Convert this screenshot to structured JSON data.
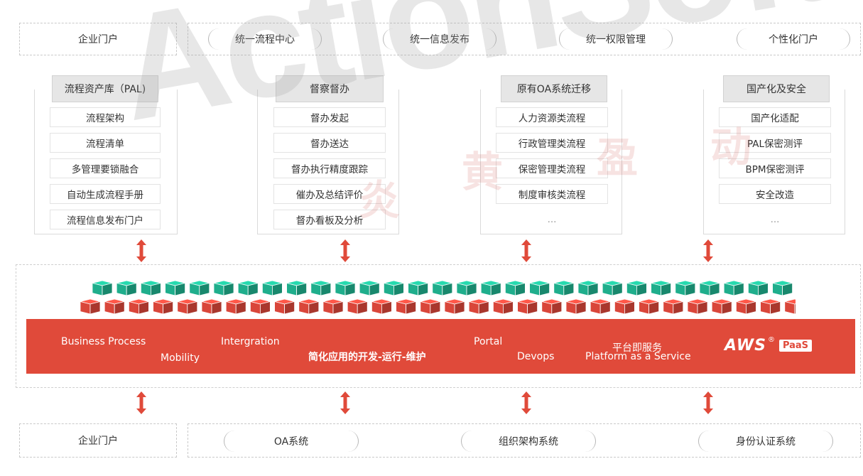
{
  "top_bar": {
    "left": "企业门户",
    "items": [
      "统一流程中心",
      "统一信息发布",
      "统一权限管理",
      "个性化门户"
    ]
  },
  "columns": [
    {
      "title": "流程资产库（PAL)",
      "items": [
        "流程架构",
        "流程清单",
        "多管理要锁融合",
        "自动生成流程手册",
        "流程信息发布门户"
      ]
    },
    {
      "title": "督察督办",
      "items": [
        "督办发起",
        "督办送达",
        "督办执行精度跟踪",
        "催办及总结评价",
        "督办看板及分析"
      ]
    },
    {
      "title": "原有OA系统迁移",
      "items": [
        "人力资源类流程",
        "行政管理类流程",
        "保密管理类流程",
        "制度审核类流程",
        "..."
      ]
    },
    {
      "title": "国产化及安全",
      "items": [
        "国产化适配",
        "PAL保密测评",
        "BPM保密测评",
        "安全改造",
        "..."
      ]
    }
  ],
  "banner": {
    "business_process": "Business Process",
    "mobility": "Mobility",
    "intergration": "Intergration",
    "simplify": "简化应用的开发-运行-维护",
    "portal": "Portal",
    "devops": "Devops",
    "paas_cn": "平台即服务",
    "paas_en": "Platform as a Service",
    "logo_aws": "AWS",
    "logo_reg": "®",
    "logo_paas": "PaaS"
  },
  "bottom_bar": {
    "left": "企业门户",
    "items": [
      "OA系统",
      "组织架构系统",
      "身份认证系统"
    ]
  },
  "watermark": {
    "brand": "ActionSoft",
    "chars": [
      "炎",
      "黄",
      "盈",
      "动"
    ]
  },
  "colors": {
    "banner_red": "#e04a3a",
    "arrow_red": "#e04a3a",
    "cube_green": "#1fae8c",
    "cube_red": "#d9463a"
  }
}
